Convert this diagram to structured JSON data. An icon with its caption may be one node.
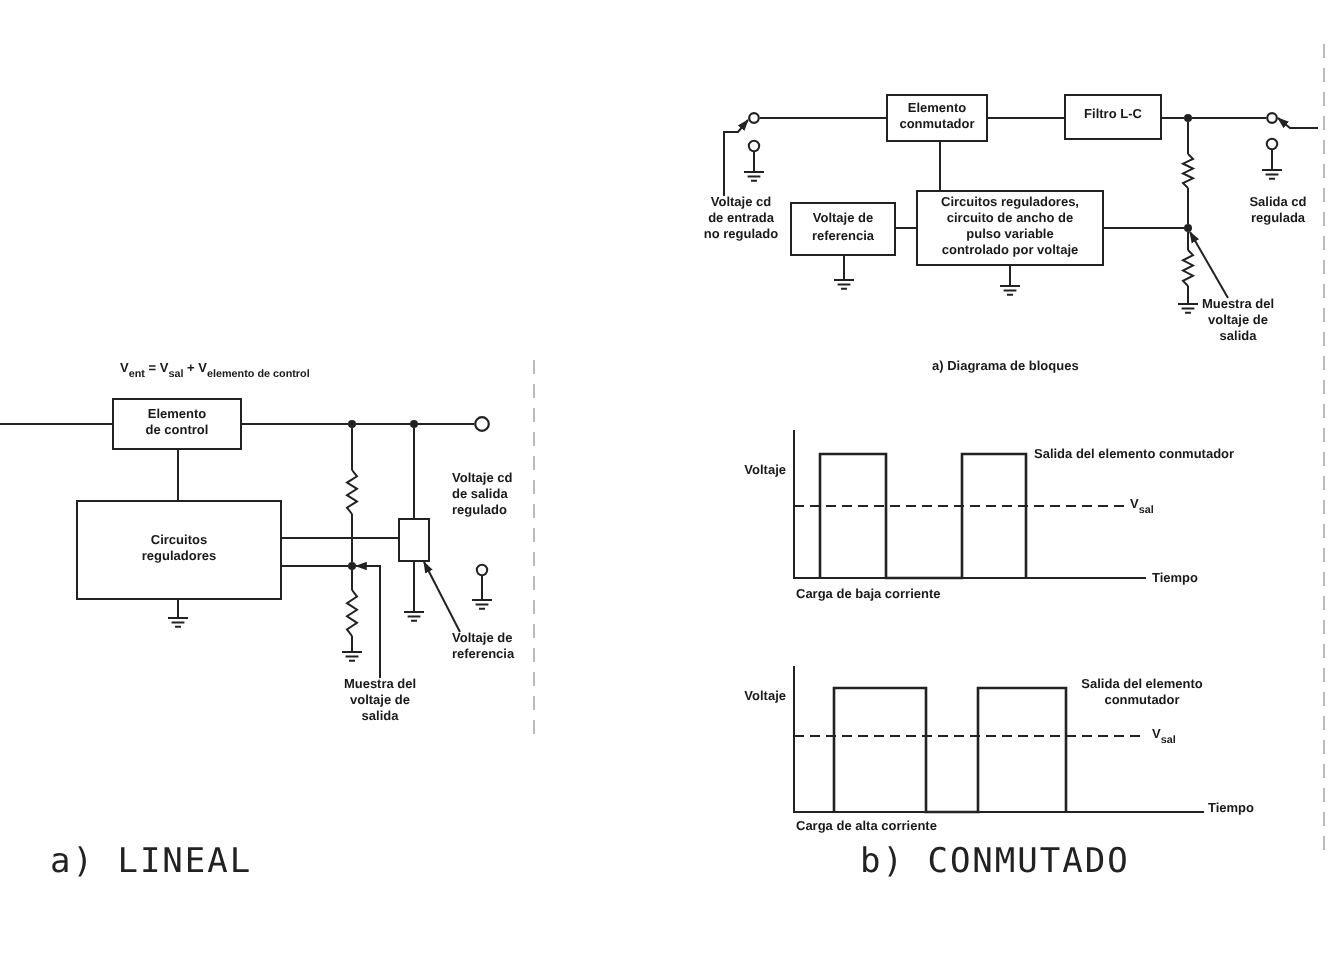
{
  "diagram": {
    "nodes": [
      {
        "text": [
          "Elemento de control"
        ]
      },
      {
        "text": [
          "Circuitos reguladores"
        ]
      },
      {
        "text": [],
        "shape": "box"
      },
      {
        "text": [],
        "shape": "dot"
      },
      {
        "text": [],
        "shape": "dot"
      },
      {
        "text": [],
        "shape": "dot"
      },
      {
        "text": [],
        "shape": "resistor"
      },
      {
        "text": [],
        "shape": "resistor"
      },
      {
        "text": [],
        "shape": "circle"
      },
      {
        "text": [
          "Voltaje de referencia"
        ]
      },
      {
        "text": [
          "Muestra del voltaje de salida"
        ]
      },
      {
        "text": [
          "Elemento conmutador"
        ]
      },
      {
        "text": [
          "Filtro L-C"
        ]
      },
      {
        "text": [
          "Voltaje de referencia"
        ]
      },
      {
        "text": [
          "Circuitos reguladores, circuito de ancho de pulso variable controlado por voltaje"
        ]
      },
      {
        "text": [],
        "shape": "circle"
      },
      {
        "text": [],
        "shape": "circle"
      },
      {
        "text": [],
        "shape": "dot"
      },
      {
        "text": [],
        "shape": "dot"
      },
      {
        "text": [],
        "shape": "resistor"
      },
      {
        "text": [],
        "shape": "resistor"
      },
      {
        "text": [
          "Voltaje cd de entrada no regulado"
        ]
      },
      {
        "text": [
          "Muestra del voltaje de salida"
        ]
      }
    ],
    "edges": [
      {
        "from": null,
        "to": 0,
        "arrow": "none"
      },
      {
        "from": 0,
        "to": 3,
        "arrow": "none"
      },
      {
        "from": 3,
        "to": 4,
        "arrow": "none"
      },
      {
        "from": 4,
        "to": 8,
        "arrow": "none"
      },
      {
        "from": 0,
        "to": 1,
        "arrow": "none"
      },
      {
        "from": 3,
        "to": 6,
        "arrow": "none"
      },
      {
        "from": 6,
        "to": 5,
        "arrow": "none"
      },
      {
        "from": 1,
        "to": 5,
        "arrow": "none"
      },
      {
        "from": 5,
        "to": 7,
        "arrow": "none"
      },
      {
        "from": 4,
        "to": 2,
        "arrow": "none"
      },
      {
        "from": 1,
        "to": 2,
        "arrow": "none"
      },
      {
        "from": 9,
        "to": 2,
        "arrow": "to"
      },
      {
        "from": 10,
        "to": 5,
        "arrow": "to"
      },
      {
        "from": 15,
        "to": 11,
        "arrow": "none"
      },
      {
        "from": 11,
        "to": 12,
        "arrow": "none"
      },
      {
        "from": 12,
        "to": 17,
        "arrow": "none"
      },
      {
        "from": 17,
        "to": 16,
        "arrow": "none"
      },
      {
        "from": 11,
        "to": 14,
        "arrow": "none"
      },
      {
        "from": 13,
        "to": 14,
        "arrow": "none"
      },
      {
        "from": 17,
        "to": 19,
        "arrow": "none"
      },
      {
        "from": 19,
        "to": 18,
        "arrow": "none"
      },
      {
        "from": 14,
        "to": 18,
        "arrow": "none"
      },
      {
        "from": 18,
        "to": 20,
        "arrow": "none"
      },
      {
        "from": 21,
        "to": 15,
        "arrow": "to"
      },
      {
        "from": null,
        "to": 16,
        "arrow": "to"
      },
      {
        "from": 22,
        "to": 18,
        "arrow": "to"
      }
    ],
    "labels": [
      "V$_{ent}$ = V$_{sal}$ + V$_{elemento de control}$",
      "Voltaje cd de salida regulado",
      "Salida cd regulada",
      "a) Diagrama de bloques",
      "Voltaje",
      "Salida del elemento conmutador",
      "V$_{sal}$",
      "Tiempo",
      "Carga de baja corriente",
      "Voltaje",
      "Salida del elemento conmutador",
      "V$_{sal}$",
      "Tiempo",
      "Carga de alta corriente",
      "a) LINEAL",
      "b) CONMUTADO"
    ]
  }
}
